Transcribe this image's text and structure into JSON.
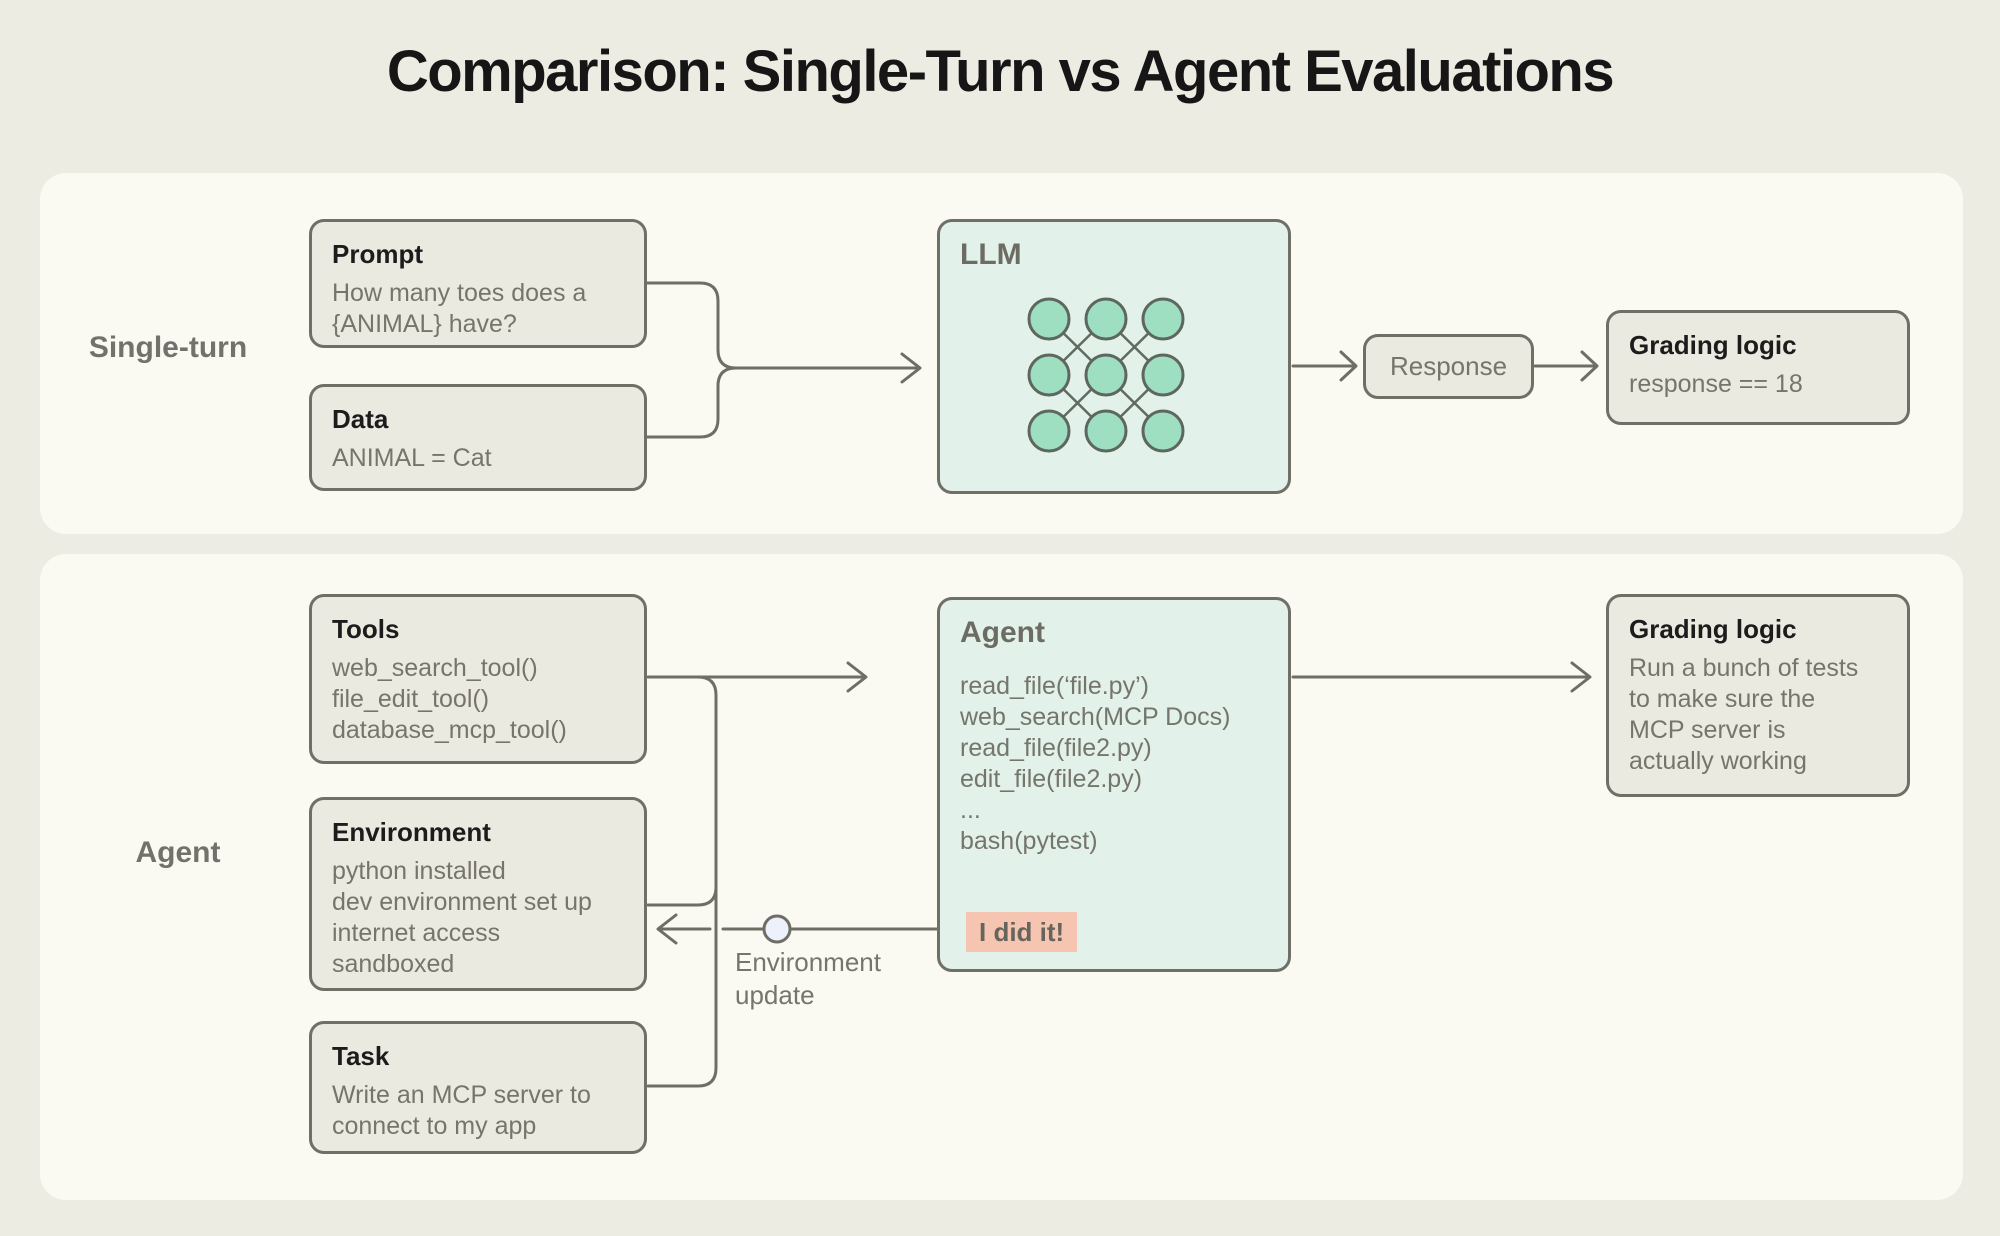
{
  "title": "Comparison: Single-Turn vs Agent Evaluations",
  "colors": {
    "page_bg": "#edece2",
    "panel_bg": "#faf9f2",
    "box_fill": "#ebeae0",
    "box_border": "#6f6f66",
    "mint_fill": "#e2f1e9",
    "node_fill": "#9edfc1",
    "connector_line": "#6e6e65",
    "title_text": "#161616",
    "body_text": "#76756c",
    "badge_bg": "#f6c5b2",
    "badge_text": "#66655d",
    "update_node_fill": "#ecf1fb"
  },
  "single_turn": {
    "row_label": "Single-turn",
    "prompt": {
      "title": "Prompt",
      "lines": [
        "How many toes does a",
        "{ANIMAL} have?"
      ]
    },
    "data": {
      "title": "Data",
      "lines": [
        "ANIMAL = Cat"
      ]
    },
    "llm": {
      "title": "LLM"
    },
    "response": {
      "label": "Response"
    },
    "grading": {
      "title": "Grading logic",
      "lines": [
        "response == 18"
      ]
    }
  },
  "agent": {
    "row_label": "Agent",
    "tools": {
      "title": "Tools",
      "lines": [
        "web_search_tool()",
        "file_edit_tool()",
        "database_mcp_tool()"
      ]
    },
    "environment": {
      "title": "Environment",
      "lines": [
        "python installed",
        "dev environment set up",
        "internet access",
        "sandboxed"
      ]
    },
    "task": {
      "title": "Task",
      "lines": [
        "Write an MCP server to",
        "connect to my app"
      ]
    },
    "agent_box": {
      "title": "Agent",
      "lines": [
        "read_file(‘file.py’)",
        "web_search(MCP Docs)",
        "read_file(file2.py)",
        "edit_file(file2.py)",
        "...",
        "bash(pytest)"
      ],
      "badge": "I did it!"
    },
    "env_update": {
      "label_line1": "Environment",
      "label_line2": "update"
    },
    "grading": {
      "title": "Grading logic",
      "lines": [
        "Run a bunch of tests",
        "to make sure the",
        "MCP server is",
        "actually working"
      ]
    }
  }
}
